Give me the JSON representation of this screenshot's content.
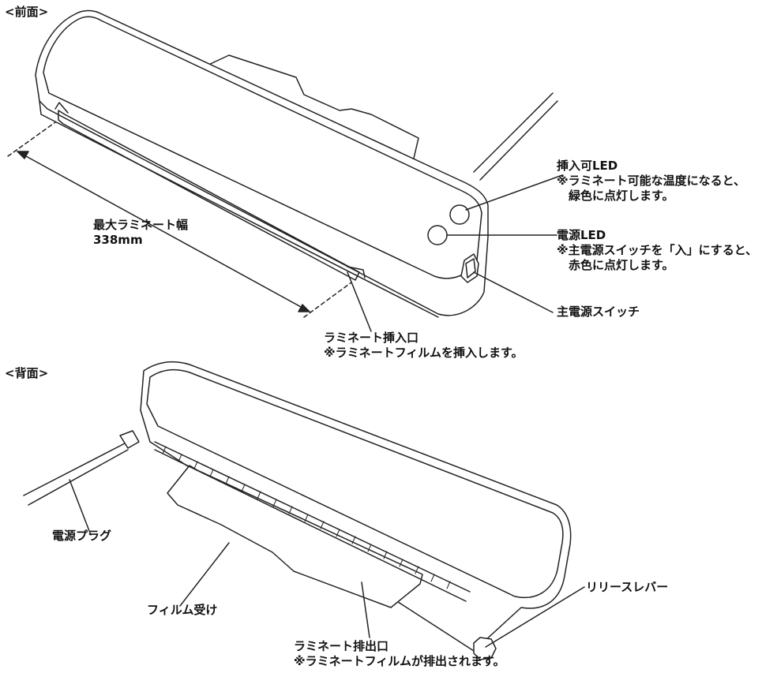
{
  "sections": {
    "front": "<前面>",
    "back": "<背面>"
  },
  "labels": {
    "width_title": "最大ラミネート幅",
    "width_value": "338mm",
    "ready_led": "挿入可LED",
    "ready_led_note_1": "※ラミネート可能な温度になると、",
    "ready_led_note_2": "緑色に点灯します。",
    "power_led": "電源LED",
    "power_led_note_1": "※主電源スイッチを「入」にすると、",
    "power_led_note_2": "赤色に点灯します。",
    "main_switch": "主電源スイッチ",
    "insert_slot": "ラミネート挿入口",
    "insert_slot_note": "※ラミネートフィルムを挿入します。",
    "power_plug": "電源プラグ",
    "release_lever": "リリースレバー",
    "film_tray": "フィルム受け",
    "exit_slot": "ラミネート排出口",
    "exit_slot_note": "※ラミネートフィルムが排出されます。"
  }
}
